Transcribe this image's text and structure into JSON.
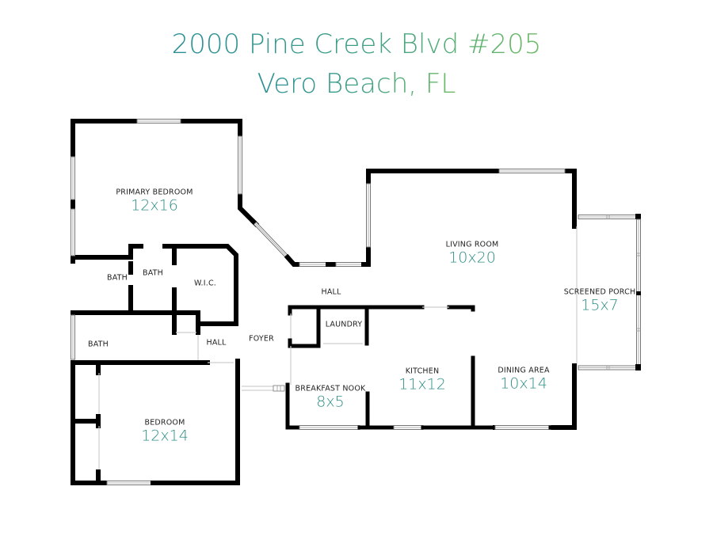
{
  "header": {
    "address_line1": "2000 Pine Creek Blvd #205",
    "address_line2": "Vero Beach, FL"
  },
  "colors": {
    "title_gradient_start": "#2a8f97",
    "title_gradient_end": "#6cbb63",
    "dimension_text": "#2f8f87",
    "wall": "#000000",
    "background": "#ffffff"
  },
  "rooms": {
    "primary_bedroom": {
      "name": "PRIMARY BEDROOM",
      "dimensions": "12x16"
    },
    "living_room": {
      "name": "LIVING ROOM",
      "dimensions": "10x20"
    },
    "screened_porch": {
      "name": "SCREENED PORCH",
      "dimensions": "15x7"
    },
    "bath_1": {
      "name": "BATH"
    },
    "bath_2": {
      "name": "BATH"
    },
    "wic": {
      "name": "W.I.C."
    },
    "bath_3": {
      "name": "BATH"
    },
    "hall_1": {
      "name": "HALL"
    },
    "hall_2": {
      "name": "HALL"
    },
    "foyer": {
      "name": "FOYER"
    },
    "laundry": {
      "name": "LAUNDRY"
    },
    "breakfast_nook": {
      "name": "BREAKFAST NOOK",
      "dimensions": "8x5"
    },
    "kitchen": {
      "name": "KITCHEN",
      "dimensions": "11x12"
    },
    "dining_area": {
      "name": "DINING AREA",
      "dimensions": "10x14"
    },
    "bedroom": {
      "name": "BEDROOM",
      "dimensions": "12x14"
    }
  }
}
